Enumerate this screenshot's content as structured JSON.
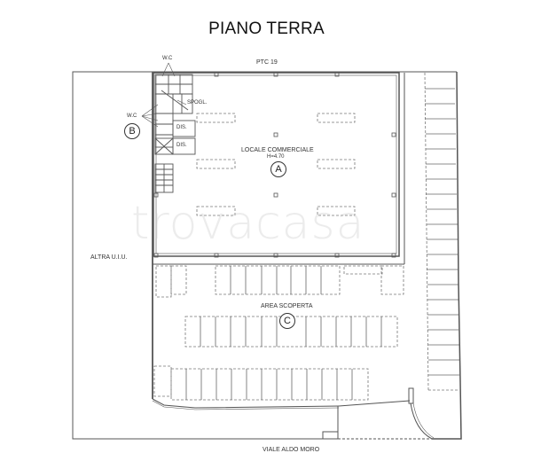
{
  "title": "PIANO TERRA",
  "labels": {
    "north_road": "PTC 19",
    "south_road": "VIALE ALDO MORO",
    "west_neighbor": "ALTRA U.I.U.",
    "wc_top": "W.C",
    "wc_left": "W.C",
    "spogl": "SPOGL.",
    "dis_1": "DIS.",
    "dis_2": "DIS.",
    "commercial": "LOCALE COMMERCIALE",
    "commercial_height": "H=4.70",
    "outdoor": "AREA SCOPERTA"
  },
  "tags": {
    "a": "A",
    "b": "B",
    "c": "C"
  },
  "watermark": "trovacasa",
  "colors": {
    "line": "#555555",
    "dash": "#777777",
    "text": "#333333"
  }
}
